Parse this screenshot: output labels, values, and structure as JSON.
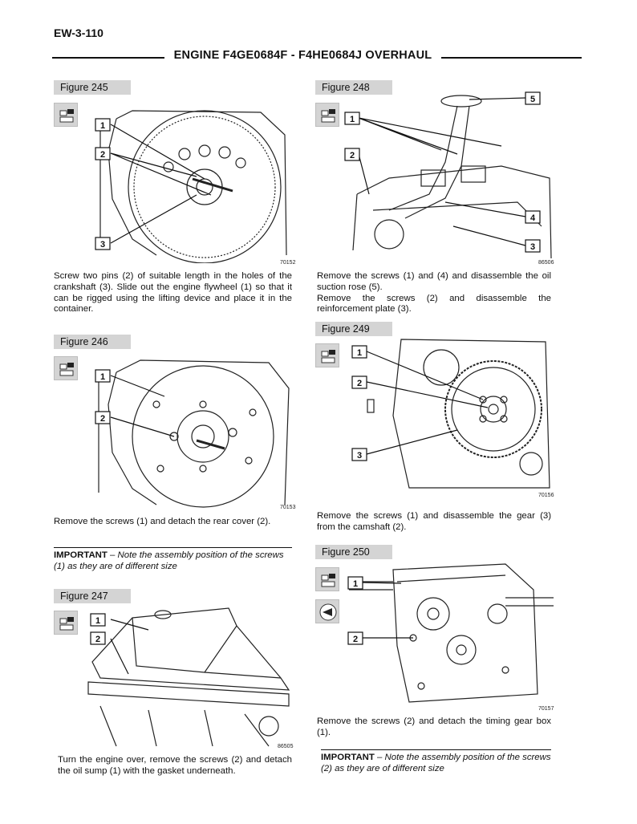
{
  "header": {
    "page_code": "EW-3-110",
    "title": "ENGINE F4GE0684F - F4HE0684J OVERHAUL"
  },
  "figures": {
    "f245": {
      "label": "Figure 245",
      "callouts": [
        "1",
        "2",
        "3"
      ],
      "code": "70152",
      "text": "Screw two pins (2) of suitable length in the holes of the crankshaft (3). Slide out the engine flywheel (1) so that it can be rigged using the lifting device and place it in the container."
    },
    "f246": {
      "label": "Figure 246",
      "callouts": [
        "1",
        "2"
      ],
      "code": "70153",
      "text": "Remove the screws (1) and detach the rear cover (2).",
      "important_label": "IMPORTANT",
      "important_text": "Note the assembly position of the screws (1) as they are of different size"
    },
    "f247": {
      "label": "Figure 247",
      "callouts": [
        "1",
        "2"
      ],
      "code": "86505",
      "text": "Turn the engine over, remove the screws (2) and detach the oil sump (1) with the gasket underneath."
    },
    "f248": {
      "label": "Figure 248",
      "callouts": [
        "1",
        "2",
        "3",
        "4",
        "5"
      ],
      "code": "86506",
      "text1": "Remove the screws (1) and (4) and disassemble the oil suction rose (5).",
      "text2": "Remove the screws (2) and disassemble the reinforcement plate (3)."
    },
    "f249": {
      "label": "Figure 249",
      "callouts": [
        "1",
        "2",
        "3"
      ],
      "code": "70156",
      "text": "Remove the screws (1) and disassemble the gear (3) from the camshaft (2)."
    },
    "f250": {
      "label": "Figure 250",
      "callouts": [
        "1",
        "2"
      ],
      "code": "70157",
      "text": "Remove the screws (2) and detach the timing gear box (1).",
      "important_label": "IMPORTANT",
      "important_text": "Note the assembly position of the screws (2) as they are of different size"
    }
  },
  "icons": {
    "disassembly": "disassembly-icon",
    "inspection": "inspection-eye-icon"
  }
}
